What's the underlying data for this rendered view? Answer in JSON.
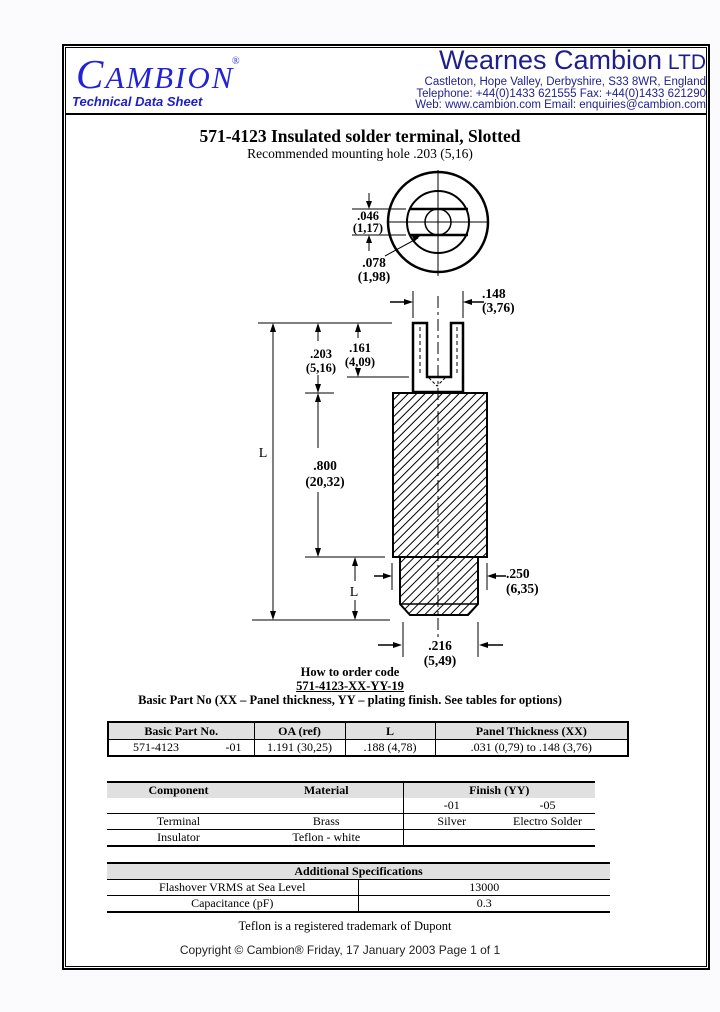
{
  "header": {
    "logo": "CAMBION",
    "logo_reg": "®",
    "tagline": "Technical Data Sheet",
    "company": "Wearnes Cambion",
    "company_suffix": " LTD",
    "address": "Castleton, Hope Valley, Derbyshire, S33 8WR, England",
    "phone_fax": "Telephone: +44(0)1433 621555  Fax: +44(0)1433 621290",
    "web_email": "Web: www.cambion.com Email: enquiries@cambion.com"
  },
  "title": "571-4123 Insulated solder terminal, Slotted",
  "subtitle": "Recommended mounting hole .203 (5,16)",
  "drawing": {
    "labels": {
      "slot_in": ".046",
      "slot_mm": "(1,17)",
      "hole_in": ".078",
      "hole_mm": "(1,98)",
      "width_in": ".148",
      "width_mm": "(3,76)",
      "d203_in": ".203",
      "d203_mm": "(5,16)",
      "d161_in": ".161",
      "d161_mm": "(4,09)",
      "d800_in": ".800",
      "d800_mm": "(20,32)",
      "d250_in": ".250",
      "d250_mm": "(6,35)",
      "d216_in": ".216",
      "d216_mm": "(5,49)",
      "len_upper": "L",
      "len_lower": "L"
    }
  },
  "order": {
    "heading": "How to order code",
    "code": "571-4123-XX-YY-19",
    "note": "Basic Part No (XX – Panel thickness, YY – plating finish. See tables for options)"
  },
  "tables": {
    "part": {
      "headers": [
        "Basic Part No.",
        "OA (ref)",
        "L",
        "Panel Thickness (XX)"
      ],
      "row": {
        "part_no": "571-4123",
        "variant": "-01",
        "oa": "1.191 (30,25)",
        "l": ".188 (4,78)",
        "panel": ".031 (0,79) to .148 (3,76)"
      }
    },
    "materials": {
      "headers": [
        "Component",
        "Material",
        "Finish (YY)"
      ],
      "finish_cols": [
        "-01",
        "-05"
      ],
      "rows": [
        {
          "component": "Terminal",
          "material": "Brass",
          "f01": "Silver",
          "f05": "Electro Solder"
        },
        {
          "component": "Insulator",
          "material": "Teflon - white",
          "f01": "",
          "f05": ""
        }
      ]
    },
    "specs": {
      "title": "Additional Specifications",
      "rows": [
        {
          "name": "Flashover VRMS at Sea Level",
          "value": "13000"
        },
        {
          "name": "Capacitance (pF)",
          "value": "0.3"
        }
      ]
    }
  },
  "footer": {
    "trademark": "Teflon is a registered trademark of Dupont",
    "copyright": "Copyright © Cambion® Friday, 17 January 2003 Page 1 of 1"
  },
  "colors": {
    "logo_blue": "#2323d6",
    "header_navy": "#1f1f8c",
    "table_header_gray": "#e0e0e0"
  }
}
